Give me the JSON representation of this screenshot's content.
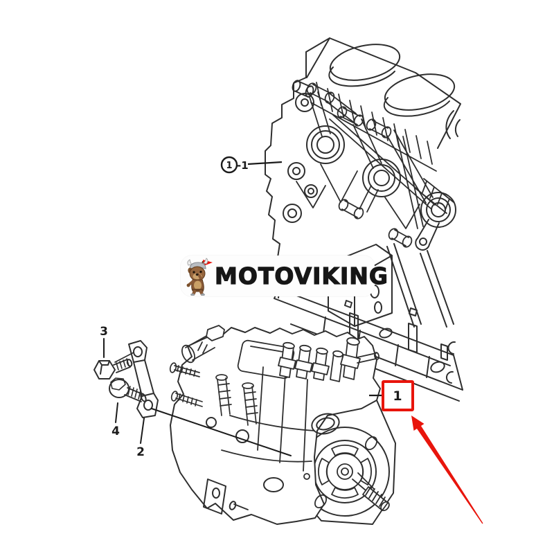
{
  "page": {
    "background": "#ffffff",
    "type": "parts-diagram-product-image"
  },
  "colors": {
    "line": "#2e2e2e",
    "accent_red": "#e8150c",
    "logo_text": "#161616",
    "logo_background": "#fdfdfd"
  },
  "logo": {
    "brand": "MOTOVIKING",
    "mascot_icon": "viking-dog-mascot-icon"
  },
  "callouts": {
    "engine_block": {
      "ref": "1",
      "suffix": "-1"
    },
    "pump": {
      "ref": "1"
    },
    "bracket": {
      "ref": "2"
    },
    "bolt_upper": {
      "ref": "3"
    },
    "bolt_lower": {
      "ref": "4"
    }
  }
}
